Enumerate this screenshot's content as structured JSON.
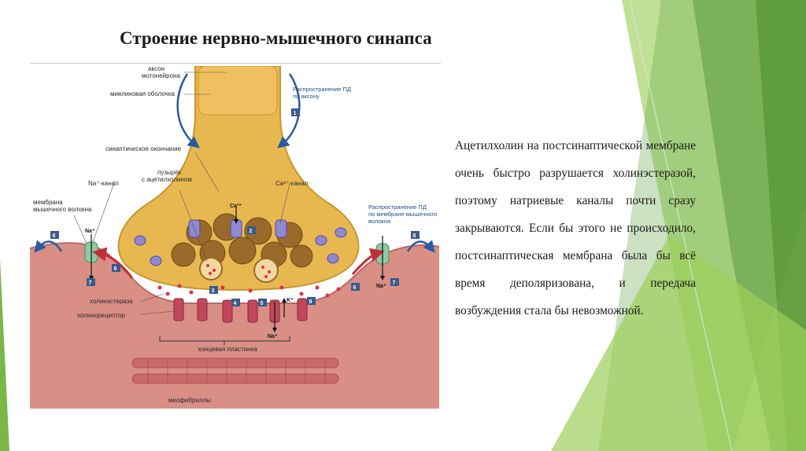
{
  "slide": {
    "title": "Строение нервно-мышечного синапса",
    "body": "Ацетилхолин на постсинаптической мембране очень быстро разрушается холинэстеразой, поэтому натриевые каналы почти сразу закрываются. Если бы этого не происходило, постсинаптическая мембрана была бы всё время деполяризована, и передача возбуждения стала бы невозможной."
  },
  "diagram": {
    "labels": {
      "axon": "аксон",
      "motoneuron": "мотонейрона",
      "myelin": "миелиновая оболочка",
      "ap_axon_1": "Распространение ПД",
      "ap_axon_2": "по аксону",
      "synaptic_terminal": "синаптическое окончание",
      "vesicle_1": "пузырёк",
      "vesicle_2": "с ацетилхолином",
      "na_channel": "Na⁺-канал",
      "ca_channel": "Ca²⁺-канал",
      "ap_membrane_1": "Распространение ПД",
      "ap_membrane_2": "по мембране мышечного",
      "ap_membrane_3": "волокна",
      "muscle_membrane_1": "мембрана",
      "muscle_membrane_2": "мышечного волокна",
      "cholinesterase": "холинэстераза",
      "cholinoreceptor": "холинорецептор",
      "end_plate": "концевая пластинка",
      "myofibrils": "миофибриллы"
    },
    "ions": {
      "ca": "Ca²⁺",
      "na_left": "Na⁺",
      "na_right": "Na⁺",
      "na_bottom": "Na⁺",
      "k": "K⁺"
    },
    "steps": [
      "1",
      "2",
      "3",
      "4",
      "5",
      "6",
      "7",
      "8",
      "9"
    ],
    "colors": {
      "terminal": "#e8b850",
      "muscle": "#d98e86",
      "vesicle": "#9a6a2a",
      "arrow_blue": "#2a5aa0",
      "arrow_red": "#c0303a",
      "channel_green": "#8fc9a3",
      "channel_purple": "#7060b0"
    }
  }
}
